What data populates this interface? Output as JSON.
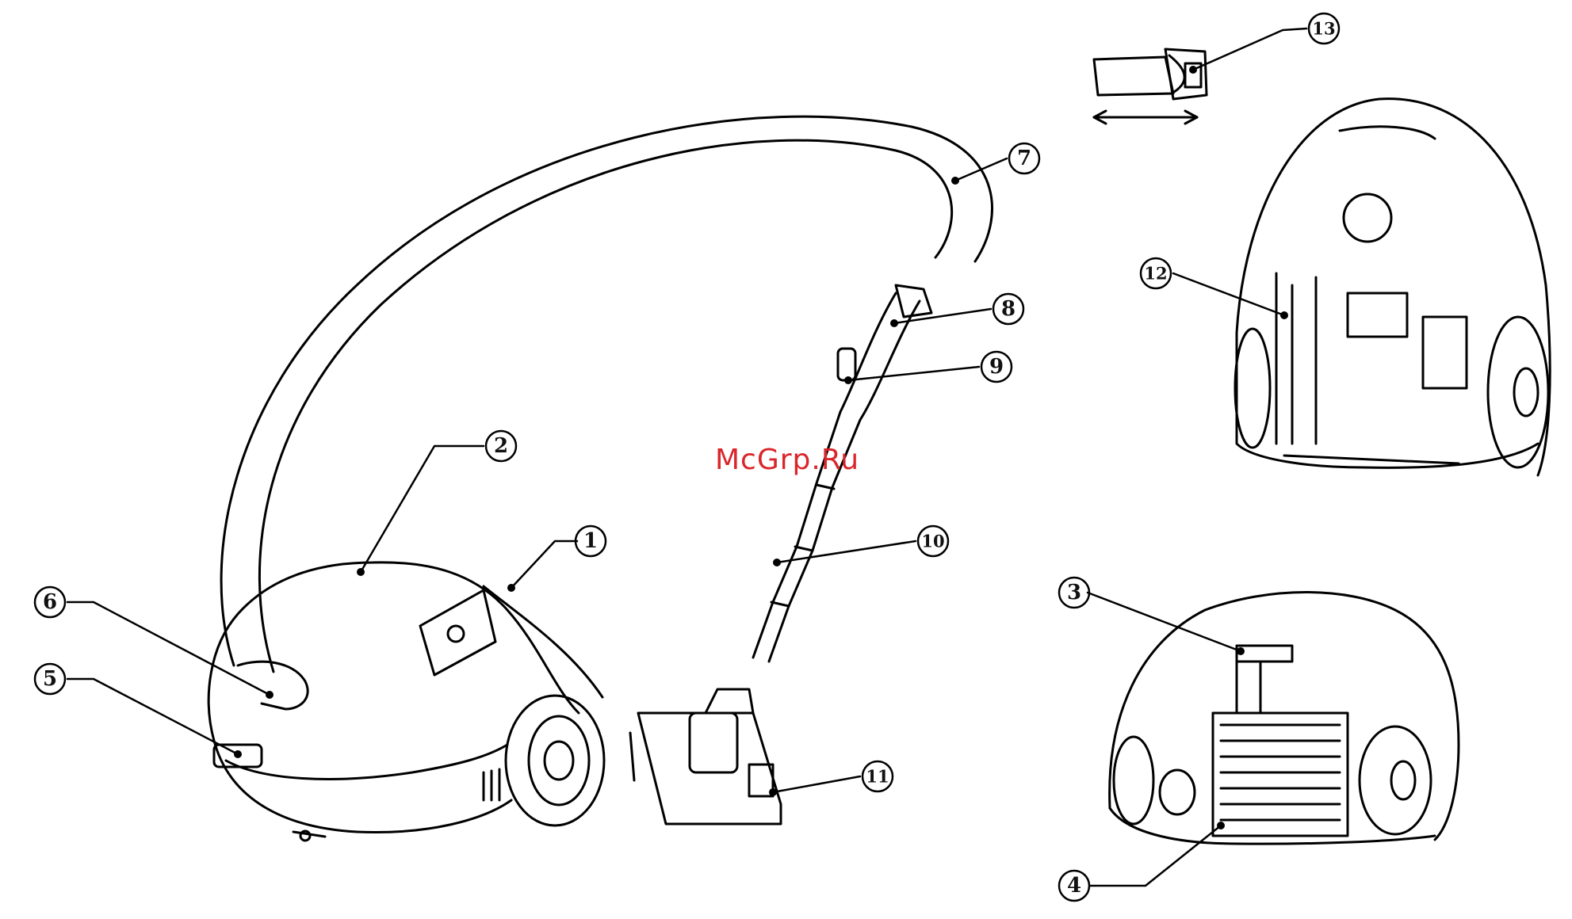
{
  "watermark": "McGrp.Ru",
  "callouts": [
    "1",
    "2",
    "3",
    "4",
    "5",
    "6",
    "7",
    "8",
    "9",
    "10",
    "11",
    "12",
    "13"
  ]
}
